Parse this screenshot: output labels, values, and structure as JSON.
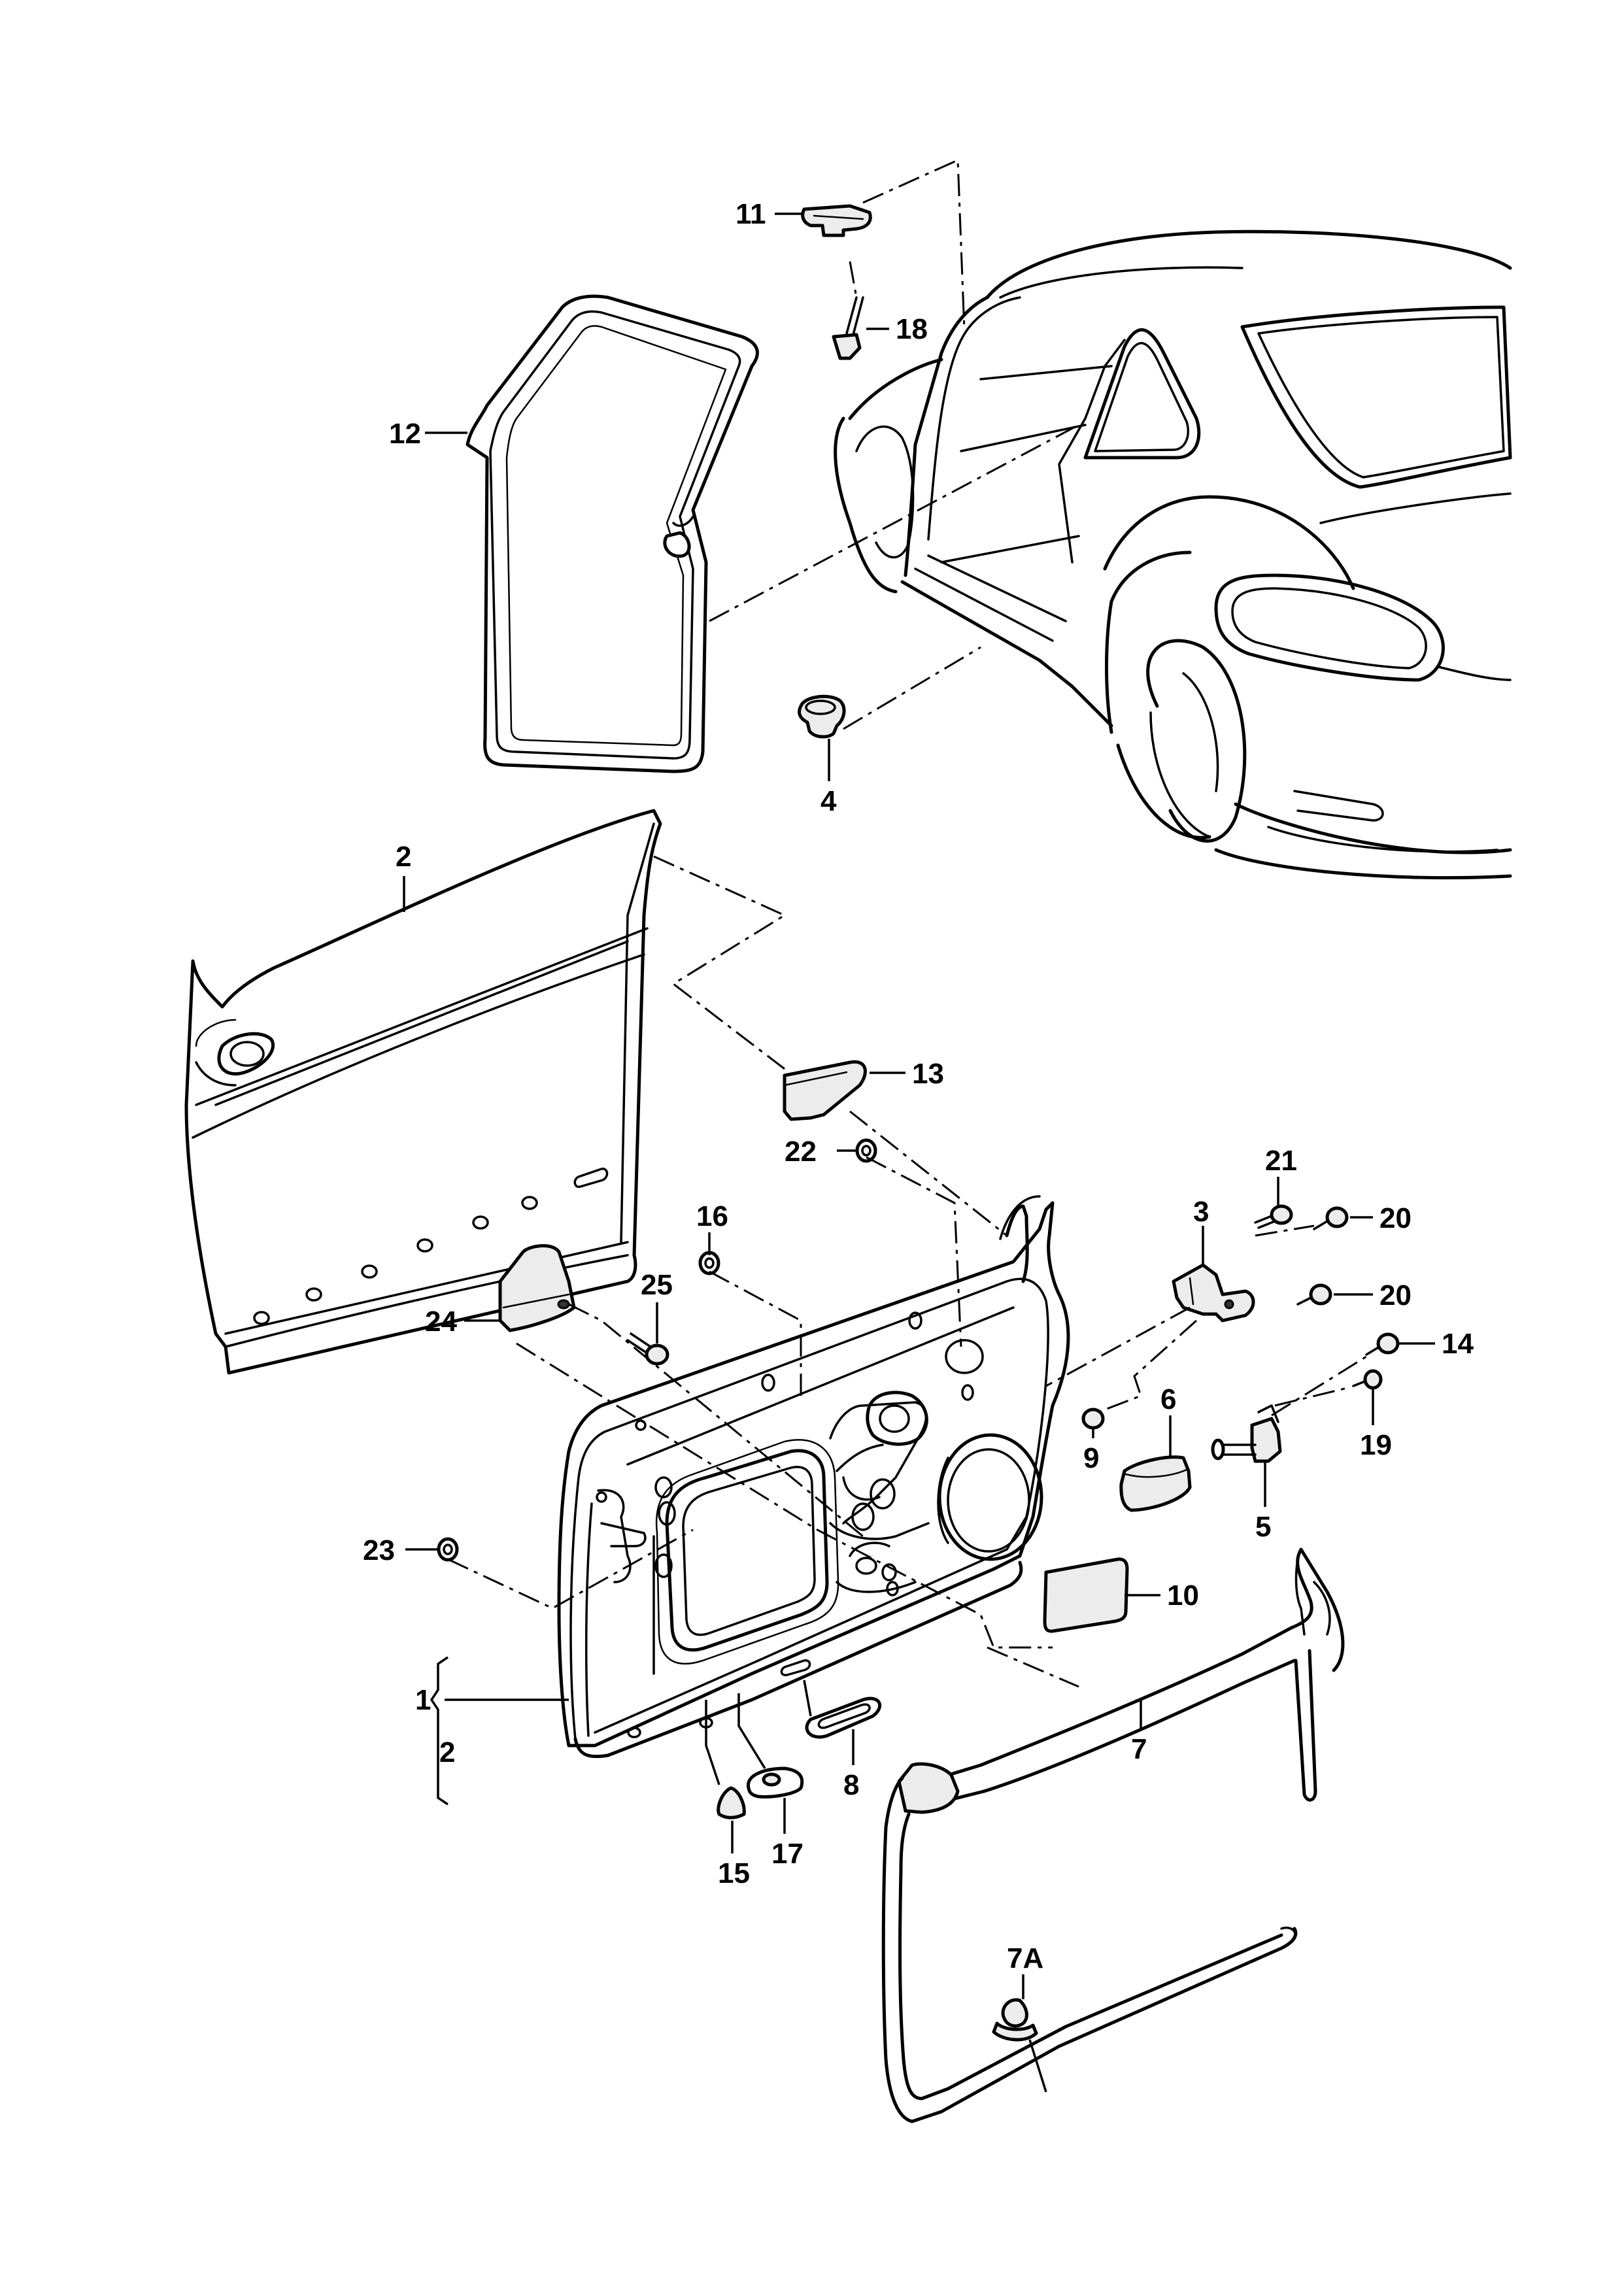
{
  "labels": {
    "l1": "1",
    "l2": "2",
    "l2b": "2",
    "l3": "3",
    "l4": "4",
    "l5": "5",
    "l6": "6",
    "l7": "7",
    "l7a": "7A",
    "l8": "8",
    "l9": "9",
    "l10": "10",
    "l11": "11",
    "l12": "12",
    "l13": "13",
    "l14": "14",
    "l15": "15",
    "l16": "16",
    "l17": "17",
    "l18": "18",
    "l19": "19",
    "l20a": "20",
    "l20b": "20",
    "l21": "21",
    "l22": "22",
    "l23": "23",
    "l24": "24",
    "l25": "25"
  }
}
